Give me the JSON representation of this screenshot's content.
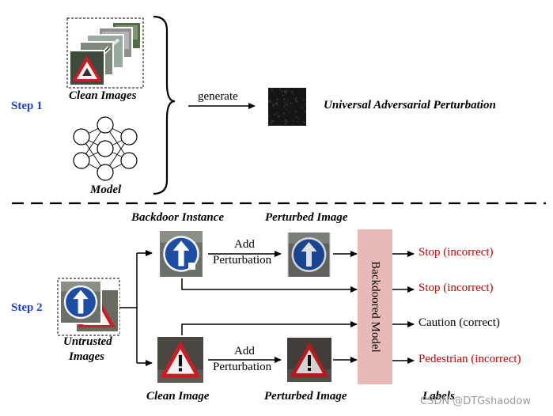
{
  "step1": {
    "label": "Step 1",
    "clean_images_caption": "Clean Images",
    "model_caption": "Model",
    "generate_label": "generate",
    "uap_label": "Universal Adversarial Perturbation"
  },
  "step2": {
    "label": "Step 2",
    "untrusted_line1": "Untrusted",
    "untrusted_line2": "Images",
    "backdoor_instance": "Backdoor Instance",
    "perturbed_image_top": "Perturbed Image",
    "clean_image": "Clean Image",
    "perturbed_image_bottom": "Perturbed Image",
    "add_top": "Add",
    "perturbation_top": "Perturbation",
    "add_bottom": "Add",
    "perturbation_bottom": "Perturbation",
    "backdoored_model": "Backdoored Model",
    "labels_header": "Labels",
    "outputs": [
      "Stop (incorrect)",
      "Stop (incorrect)",
      "Caution (correct)",
      "Pedestrian (incorrect)"
    ]
  },
  "watermark": "CSDN @DTGshaodow",
  "colors": {
    "step_blue": "#1f3ecf",
    "incorrect_red": "#c00000",
    "model_box": "#e8b9b9"
  }
}
